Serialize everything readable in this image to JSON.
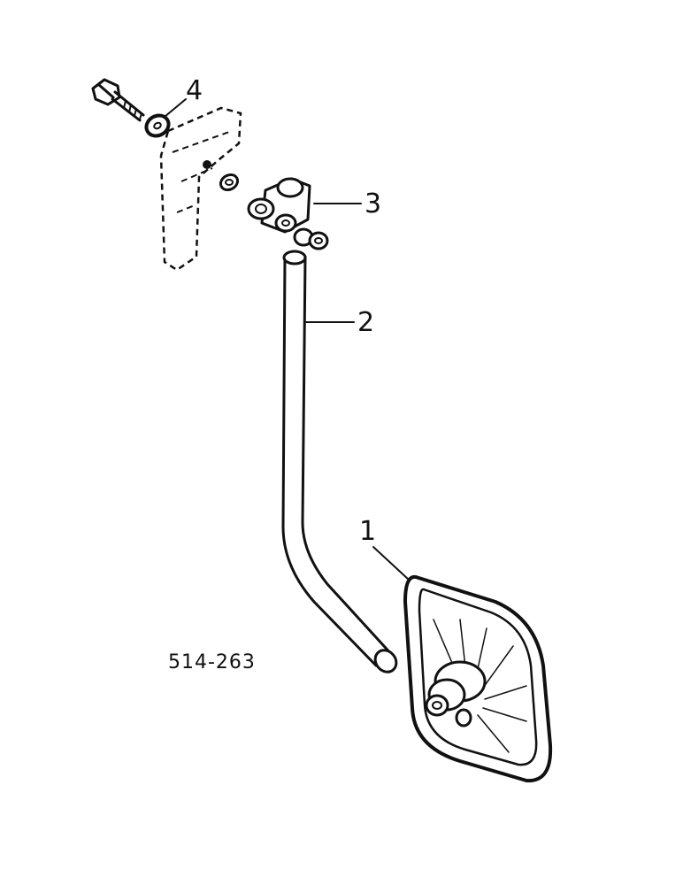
{
  "diagram": {
    "figure_id": "514-263",
    "callouts": [
      {
        "id": "1",
        "label": "1",
        "part": "mirror-head"
      },
      {
        "id": "2",
        "label": "2",
        "part": "mirror-arm"
      },
      {
        "id": "3",
        "label": "3",
        "part": "clamp-block"
      },
      {
        "id": "4",
        "label": "4",
        "part": "bolt-and-washer"
      }
    ]
  },
  "colors": {
    "ink": "#111111",
    "background": "#ffffff"
  }
}
